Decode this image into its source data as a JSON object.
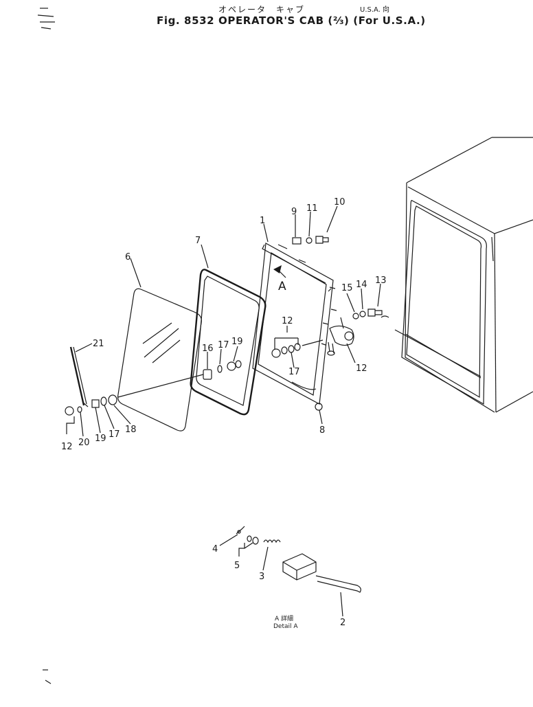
{
  "header": {
    "japanese_title": "オペレータ　キャブ",
    "region": "U.S.A. 向",
    "title": "Fig. 8532   OPERATOR'S CAB (⅔) (For U.S.A.)"
  },
  "callouts": {
    "c1": "1",
    "c2": "2",
    "c3": "3",
    "c4": "4",
    "c5": "5",
    "c6": "6",
    "c7": "7",
    "c8": "8",
    "c9": "9",
    "c10": "10",
    "c11": "11",
    "c12a": "12",
    "c12b": "12",
    "c12c": "12",
    "c13": "13",
    "c14": "14",
    "c15": "15",
    "c16": "16",
    "c17a": "17",
    "c17b": "17",
    "c17c": "17",
    "c18": "18",
    "c19a": "19",
    "c19b": "19",
    "c20": "20",
    "c21": "21"
  },
  "detail": {
    "arrow_label": "A",
    "jp_label": "A 詳細",
    "en_label": "Detail A"
  }
}
